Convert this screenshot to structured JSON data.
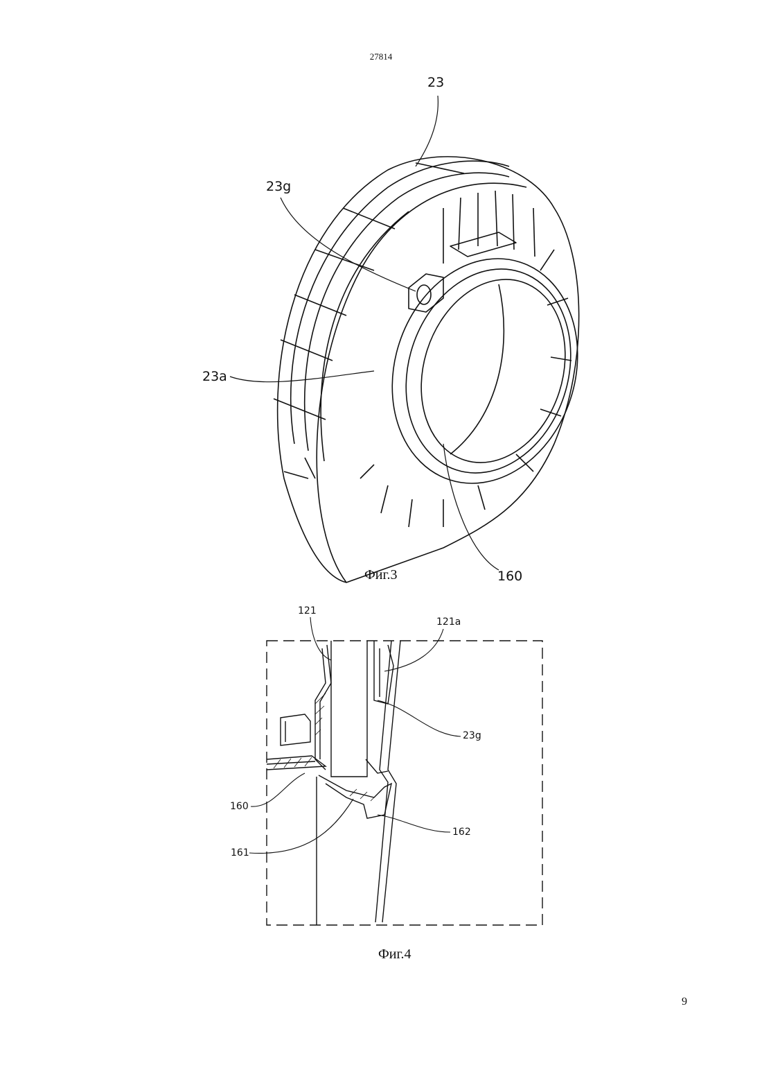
{
  "document": {
    "number": "27814",
    "page": "9"
  },
  "figure3": {
    "caption": "Фиг.3",
    "labels": {
      "l23": "23",
      "l23g": "23g",
      "l23a": "23a",
      "l160": "160"
    }
  },
  "figure4": {
    "caption": "Фиг.4",
    "labels": {
      "l121": "121",
      "l121a": "121a",
      "l23g": "23g",
      "l160": "160",
      "l161": "161",
      "l162": "162"
    }
  }
}
